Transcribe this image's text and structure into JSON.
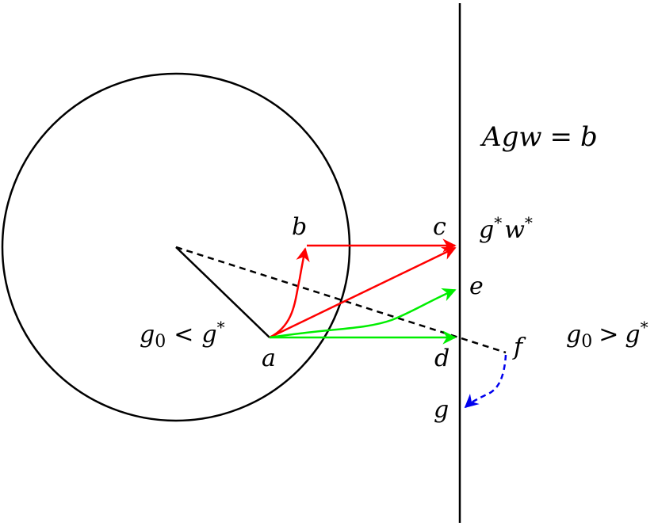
{
  "colors": {
    "stroke": "#000000",
    "red": "#ff0000",
    "green": "#00ee00",
    "blue": "#0000ee"
  },
  "labels": {
    "constraint": {
      "A": "A",
      "g": "g",
      "w": "w",
      "eq": "=",
      "b": "b"
    },
    "point_a": "a",
    "point_b": "b",
    "point_c": "c",
    "point_d": "d",
    "point_e": "e",
    "point_f": "f",
    "point_g": "g",
    "optimum": {
      "g": "g",
      "star1": "*",
      "w": "w",
      "star2": "*"
    },
    "left_region": {
      "g": "g",
      "sub": "0",
      "op": "<",
      "g2": "g",
      "star": "*"
    },
    "right_region": {
      "g": "g",
      "sub": "0",
      "op": ">",
      "g2": "g",
      "star": "*"
    }
  }
}
